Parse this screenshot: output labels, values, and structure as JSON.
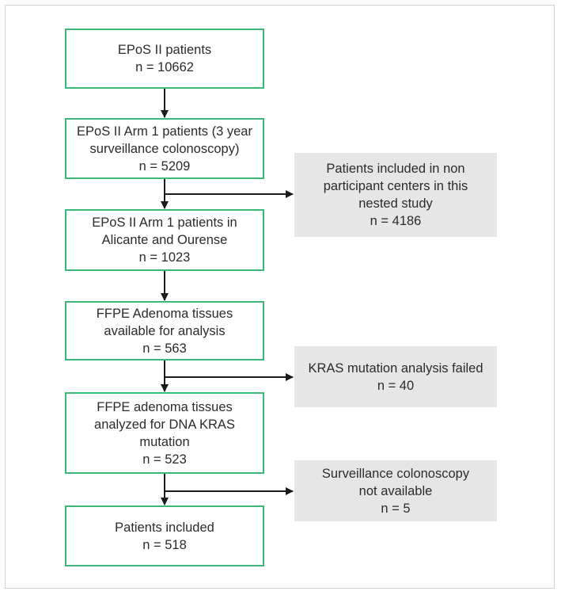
{
  "main_boxes": [
    {
      "id": "epos2",
      "lines": [
        "EPoS II patients",
        "n = 10662"
      ]
    },
    {
      "id": "arm1",
      "lines": [
        "EPoS II Arm 1 patients (3 year",
        "surveillance colonoscopy)",
        "n = 5209"
      ]
    },
    {
      "id": "alicante",
      "lines": [
        "EPoS II Arm 1 patients in",
        "Alicante and Ourense",
        "n = 1023"
      ]
    },
    {
      "id": "ffpe-avail",
      "lines": [
        "FFPE Adenoma tissues",
        "available for analysis",
        "n = 563"
      ]
    },
    {
      "id": "ffpe-analyzed",
      "lines": [
        "FFPE adenoma tissues",
        "analyzed for DNA KRAS",
        "mutation",
        "n = 523"
      ]
    },
    {
      "id": "included",
      "lines": [
        "Patients included",
        "n = 518"
      ]
    }
  ],
  "side_boxes": [
    {
      "id": "non-participant",
      "lines": [
        "Patients included in non",
        "participant centers in this",
        "nested study",
        "n = 4186"
      ]
    },
    {
      "id": "kras-failed",
      "lines": [
        "KRAS mutation analysis failed",
        "n = 40"
      ]
    },
    {
      "id": "no-colonoscopy",
      "lines": [
        "Surveillance colonoscopy",
        "not available",
        "n = 5"
      ]
    }
  ],
  "colors": {
    "main_border": "#3cb878",
    "side_fill": "#e6e6e6",
    "arrow": "#1a1a1a",
    "frame": "#cfd3d6"
  }
}
